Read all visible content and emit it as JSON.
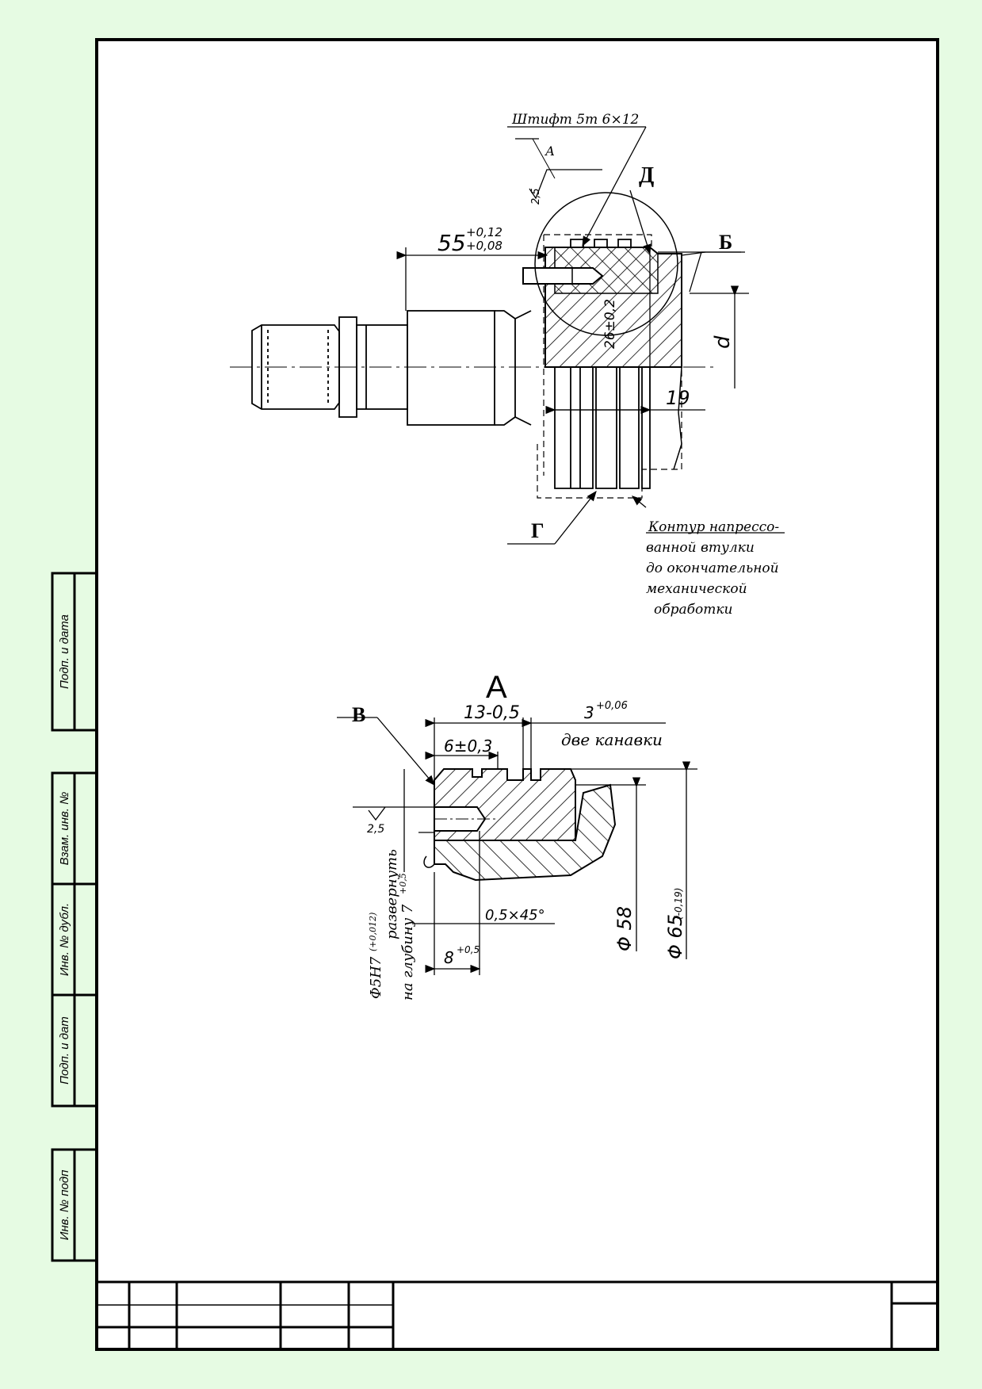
{
  "colors": {
    "background": "#e6fbe3",
    "paper": "#ffffff",
    "ink": "#000000"
  },
  "side_stamp": {
    "sign_date_1": "Подп. и дата",
    "replace_inv": "Взам. инв. №",
    "dup_inv": "Инв. № дубл.",
    "sign_date_2": "Подп. и дат",
    "orig_inv": "Инв. № подп"
  },
  "top_view": {
    "callout_pin": "Штифт 5т 6×12",
    "label_A": "А",
    "label_D": "Д",
    "label_B": "Б",
    "label_G": "Г",
    "label_d": "d",
    "roughness": "2,5",
    "dim_55": "55",
    "tol_55_upper": "+0,12",
    "tol_55_lower": "+0,08",
    "dim_26": "26±0,2",
    "dim_19": "19",
    "note_line1": "Контур напрессо-",
    "note_line2": "ванной втулки",
    "note_line3": "до окончательной",
    "note_line4": "механической",
    "note_line5": "обработки"
  },
  "detail_view": {
    "title": "А",
    "label_V": "В",
    "dim_13": "13-0,5",
    "dim_6": "6±0,3",
    "dim_3": "3",
    "tol_3": "+0,06",
    "grooves_note": "две канавки",
    "roughness": "2,5",
    "chamfer": "0,5×45°",
    "dim_8": "8",
    "tol_8": "+0,5",
    "dia_58": "Φ 58",
    "dia_65": "Φ 65",
    "tol_65": "(-0,19)",
    "hole_line1": "Φ5H7",
    "hole_tol": "(+0,012)",
    "hole_line2": "развернуть",
    "hole_line3": "на глубину 7",
    "hole_depth_tol": "+0,5"
  }
}
